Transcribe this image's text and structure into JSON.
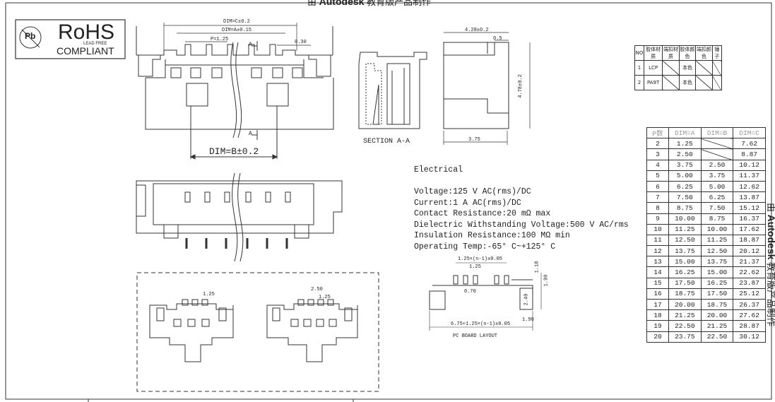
{
  "watermark": {
    "prefix": "由",
    "brand": "Autodesk",
    "suffix": "教育版产品制作"
  },
  "rohs": {
    "title": "RoHS",
    "subtitle": "COMPLIANT",
    "small": "LEAD FREE",
    "mark": "Pb"
  },
  "top_view": {
    "dim_c": "DIM=C±0.2",
    "dim_a": "DIM=A±0.15",
    "pitch": "P=1.25",
    "width": "0.30",
    "section_mark_top": "A",
    "section_mark_bottom": "A",
    "dim_b": "DIM=B±0.2"
  },
  "section": {
    "title": "SECTION A-A"
  },
  "side_view": {
    "width": "4.28±0.2",
    "slot": "0.5",
    "height": "4.78±0.2",
    "depth": "3.75"
  },
  "electrical": {
    "heading": "Electrical",
    "lines": [
      "Voltage:125 V AC(rms)/DC",
      "Current:1 A AC(rms)/DC",
      "Contact Resistance:20 mΩ max",
      "Dielectric Withstanding Voltage:500 V AC/rms",
      "Insulation Resistance:100 MΩ min",
      "Operating Temp:-65° C~+125° C"
    ]
  },
  "pcb_layout": {
    "title": "PC BOARD LAYOUT",
    "dim_top": "1.25×(n-1)±0.05",
    "pitch": "1.25",
    "pad": "0.70",
    "bottom": "6.75+1.25×(n-1)±0.05",
    "h1": "1.18",
    "h2": "1.90",
    "h3": "2.40",
    "w1": "1.90"
  },
  "footprints": {
    "pitch_left": "1.25",
    "pitch_right_outer": "2.50",
    "pitch_right_inner": "1.25"
  },
  "materials": {
    "headers": [
      "NO",
      "胶体材质",
      "端扣材质",
      "胶体颜色",
      "端扣颜色",
      "锤子"
    ],
    "rows": [
      {
        "no": "1",
        "material": "LCP",
        "color": "本色"
      },
      {
        "no": "2",
        "material": "PA9T",
        "color": "本色"
      }
    ]
  },
  "dim_table": {
    "headers": [
      "P数",
      "DIM=A",
      "DIM=B",
      "DIM=C"
    ],
    "rows": [
      [
        "2",
        "1.25",
        "",
        "7.62"
      ],
      [
        "3",
        "2.50",
        "",
        "8.87"
      ],
      [
        "4",
        "3.75",
        "2.50",
        "10.12"
      ],
      [
        "5",
        "5.00",
        "3.75",
        "11.37"
      ],
      [
        "6",
        "6.25",
        "5.00",
        "12.62"
      ],
      [
        "7",
        "7.50",
        "6.25",
        "13.87"
      ],
      [
        "8",
        "8.75",
        "7.50",
        "15.12"
      ],
      [
        "9",
        "10.00",
        "8.75",
        "16.37"
      ],
      [
        "10",
        "11.25",
        "10.00",
        "17.62"
      ],
      [
        "11",
        "12.50",
        "11.25",
        "18.87"
      ],
      [
        "12",
        "13.75",
        "12.50",
        "20.12"
      ],
      [
        "13",
        "15.00",
        "13.75",
        "21.37"
      ],
      [
        "14",
        "16.25",
        "15.00",
        "22.62"
      ],
      [
        "15",
        "17.50",
        "16.25",
        "23.87"
      ],
      [
        "16",
        "18.75",
        "17.50",
        "25.12"
      ],
      [
        "17",
        "20.00",
        "18.75",
        "26.37"
      ],
      [
        "18",
        "21.25",
        "20.00",
        "27.62"
      ],
      [
        "19",
        "22.50",
        "21.25",
        "28.87"
      ],
      [
        "20",
        "23.75",
        "22.50",
        "30.12"
      ]
    ]
  }
}
